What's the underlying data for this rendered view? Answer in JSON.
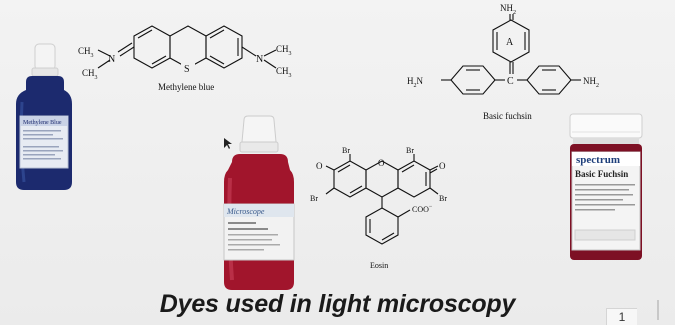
{
  "slide": {
    "title": "Dyes used in light microscopy",
    "page_number": "1"
  },
  "structures": {
    "methylene_blue": {
      "caption": "Methylene blue",
      "atom_left_n": "N",
      "atom_left_ch3_top": "CH",
      "atom_left_ch3_bottom": "CH",
      "atom_s": "S",
      "atom_right_n": "N",
      "atom_right_ch3_top": "CH",
      "atom_right_ch3_bottom": "CH",
      "subscript_3": "3"
    },
    "basic_fuchsin": {
      "caption": "Basic fuchsin",
      "atom_top": "NH",
      "ring_label": "A",
      "atom_central": "C",
      "atom_left": "H",
      "atom_left_n": "N",
      "atom_right": "NH",
      "subscript_2": "2"
    },
    "eosin": {
      "caption": "Eosin",
      "br": "Br",
      "o": "O",
      "coo": "COO",
      "coo_charge": "−"
    }
  },
  "bottles": {
    "methylene_blue_bottle": {
      "label_title": "Methylene Blue",
      "color": "#1c2a6e"
    },
    "microscope_stain_bottle": {
      "label_title": "Microscope",
      "color": "#a1152c"
    },
    "spectrum_bottle": {
      "brand": "spectrum",
      "product": "Basic Fuchsin",
      "color": "#7d1024"
    }
  }
}
